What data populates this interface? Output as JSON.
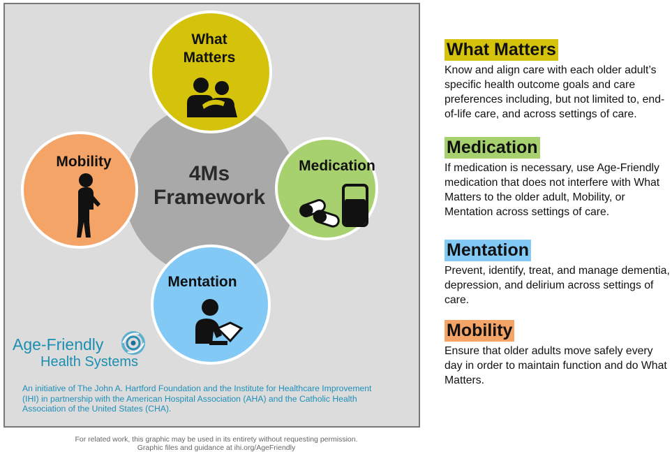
{
  "diagram": {
    "center_title": "4Ms\nFramework",
    "what_matters_label": "What\nMatters",
    "medication_label": "Medication",
    "mobility_label": "Mobility",
    "mentation_label": "Mentation"
  },
  "colors": {
    "what_matters": "#d4c30a",
    "medication": "#a6d16e",
    "mobility": "#f5a467",
    "mentation": "#83c9f5",
    "center": "#a9a9a9",
    "logo": "#1c8fb0"
  },
  "icons": {
    "what_matters": "two-people-embracing-icon",
    "medication": "pills-and-glass-icon",
    "mobility": "walking-person-icon",
    "mentation": "person-reading-icon",
    "logo": "swirl-logo-icon"
  },
  "logo": {
    "line1": "Age-Friendly",
    "line2": "Health Systems"
  },
  "initiative_text": "An initiative of The John A. Hartford Foundation and the Institute for Healthcare Improvement (IHI) in partnership with the American Hospital Association (AHA) and the Catholic Health Association of the United States (CHA).",
  "footer": {
    "line1": "For related work, this graphic may be used in its entirety without requesting permission.",
    "line2": "Graphic files and guidance at ihi.org/AgeFriendly"
  },
  "sections": {
    "what_matters": {
      "heading": "What Matters",
      "text": "Know and align care with each older adult’s specific health outcome goals and care preferences including, but not limited to, end-of-life care, and across settings of care."
    },
    "medication": {
      "heading": "Medication",
      "text": "If medication is necessary, use Age-Friendly medication that does not interfere with What Matters to the older adult, Mobility, or Mentation across settings of care."
    },
    "mentation": {
      "heading": "Mentation",
      "text": "Prevent, identify, treat, and manage dementia, depression, and delirium across settings of care."
    },
    "mobility": {
      "heading": "Mobility",
      "text": "Ensure that older adults move safely every day in order to maintain function and do What Matters."
    }
  }
}
